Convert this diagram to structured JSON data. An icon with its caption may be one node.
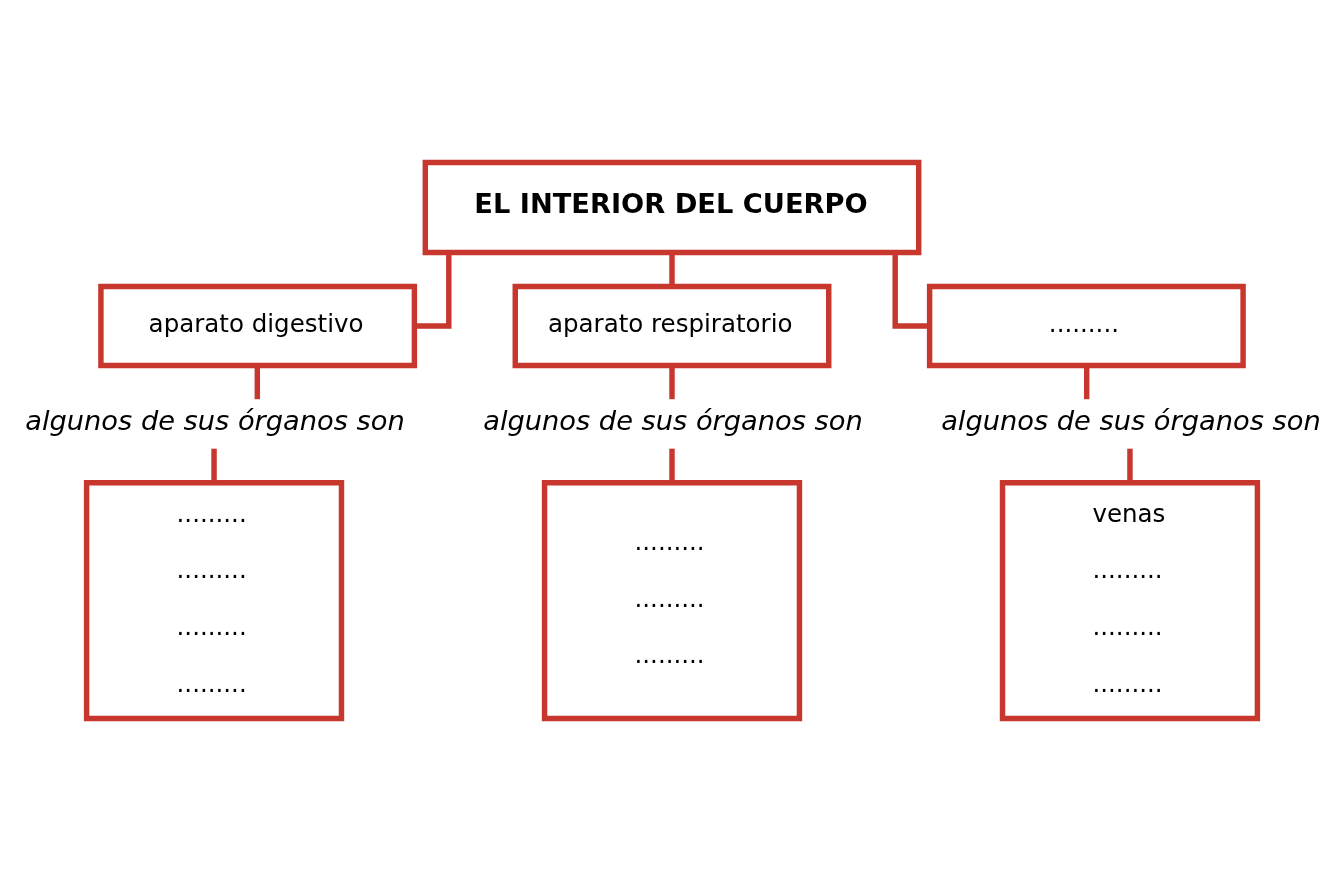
{
  "diagram": {
    "nodes": [
      {
        "text": [
          "EL INTERIOR DEL CUERPO"
        ]
      },
      {
        "text": [
          "aparato digestivo"
        ]
      },
      {
        "text": [
          "aparato respiratorio"
        ]
      },
      {
        "text": [
          "........."
        ]
      },
      {
        "text": [
          "algunos de sus órganos son"
        ]
      },
      {
        "text": [
          "algunos de sus órganos son"
        ]
      },
      {
        "text": [
          "algunos de sus órganos son"
        ]
      },
      {
        "text": [
          ".........",
          ".........",
          ".........",
          "........."
        ]
      },
      {
        "text": [
          ".........",
          ".........",
          "........."
        ]
      },
      {
        "text": [
          "venas",
          ".........",
          ".........",
          "........."
        ]
      }
    ],
    "edges": [
      {
        "from": 0,
        "to": 1,
        "arrow": "none"
      },
      {
        "from": 0,
        "to": 2,
        "arrow": "none"
      },
      {
        "from": 0,
        "to": 3,
        "arrow": "none"
      },
      {
        "from": 1,
        "to": 4,
        "arrow": "none"
      },
      {
        "from": 4,
        "to": 7,
        "arrow": "none"
      },
      {
        "from": 2,
        "to": 5,
        "arrow": "none"
      },
      {
        "from": 5,
        "to": 8,
        "arrow": "none"
      },
      {
        "from": 3,
        "to": 6,
        "arrow": "none"
      },
      {
        "from": 6,
        "to": 9,
        "arrow": "none"
      }
    ]
  }
}
